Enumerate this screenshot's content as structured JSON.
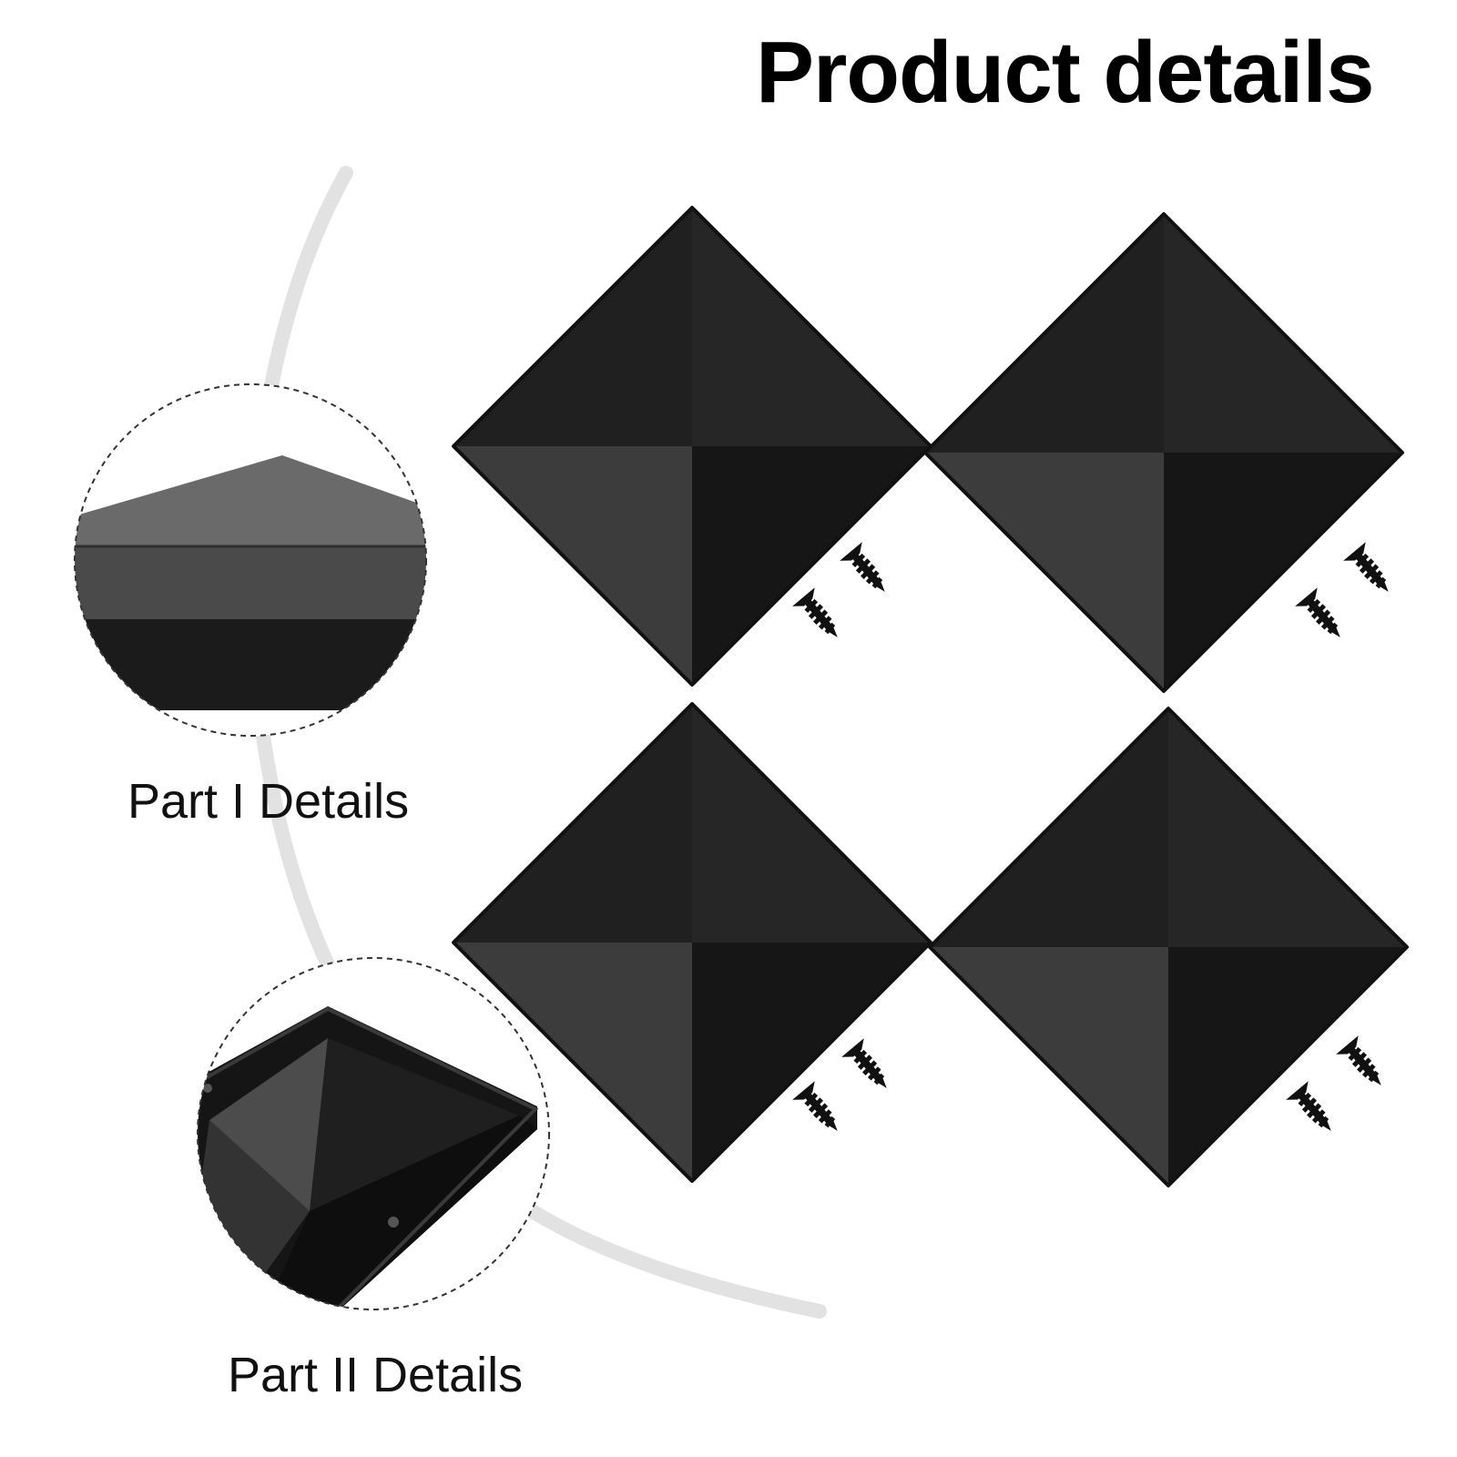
{
  "page": {
    "title": "Product details",
    "part1_label": "Part I Details",
    "part2_label": "Part II Details"
  },
  "product": {
    "item": "pyramid post cap",
    "color": "#1c1c1c",
    "cap_count": 4,
    "screws_per_cap": 2
  },
  "colors": {
    "background": "#ffffff",
    "arc": "#e2e2e2",
    "text": "#000000",
    "dashed_border": "#333333"
  }
}
